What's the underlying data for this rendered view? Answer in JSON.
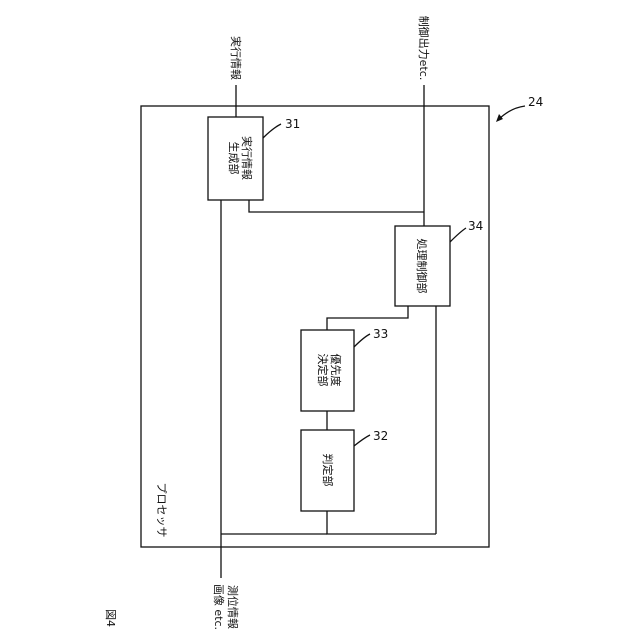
{
  "figure_label": "図4",
  "processor": {
    "label": "プロセッサ",
    "ref": "24"
  },
  "blocks": {
    "exec_info_gen": {
      "lines": [
        "実行情報",
        "生成部"
      ],
      "ref": "31"
    },
    "judgment": {
      "lines": [
        "判定部"
      ],
      "ref": "32"
    },
    "priority": {
      "lines": [
        "優先度",
        "決定部"
      ],
      "ref": "33"
    },
    "processing_control": {
      "lines": [
        "処理制御部"
      ],
      "ref": "34"
    }
  },
  "signals": {
    "input_line1": "測位情報",
    "input_line2": "画像 etc.",
    "exec_info_out": "実行情報",
    "control_out": "制御出力etc."
  }
}
